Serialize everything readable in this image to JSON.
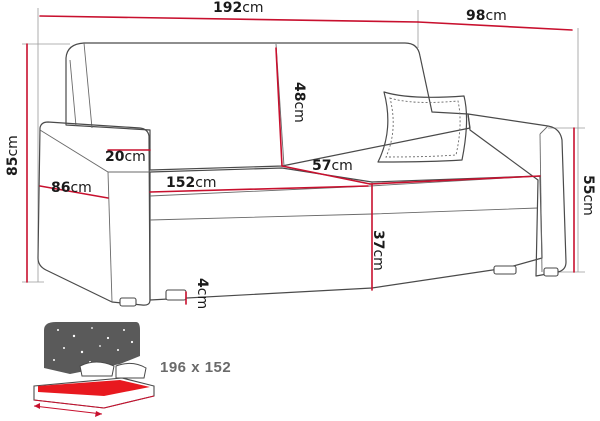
{
  "unit": "cm",
  "dimensions": {
    "total_width": "192",
    "depth": "98",
    "height": "85",
    "backrest_height": "48",
    "armrest_width": "20",
    "armrest_depth": "86",
    "seat_width": "152",
    "seat_depth": "57",
    "seat_height": "37",
    "armrest_height": "55",
    "leg_height": "4"
  },
  "bed_size": "196 x 152",
  "colors": {
    "dimension_lines": "#c8102e",
    "bed_surface": "#e8191f",
    "outline": "#4a4a4a",
    "bedding_pattern": "#5a5a5a"
  }
}
